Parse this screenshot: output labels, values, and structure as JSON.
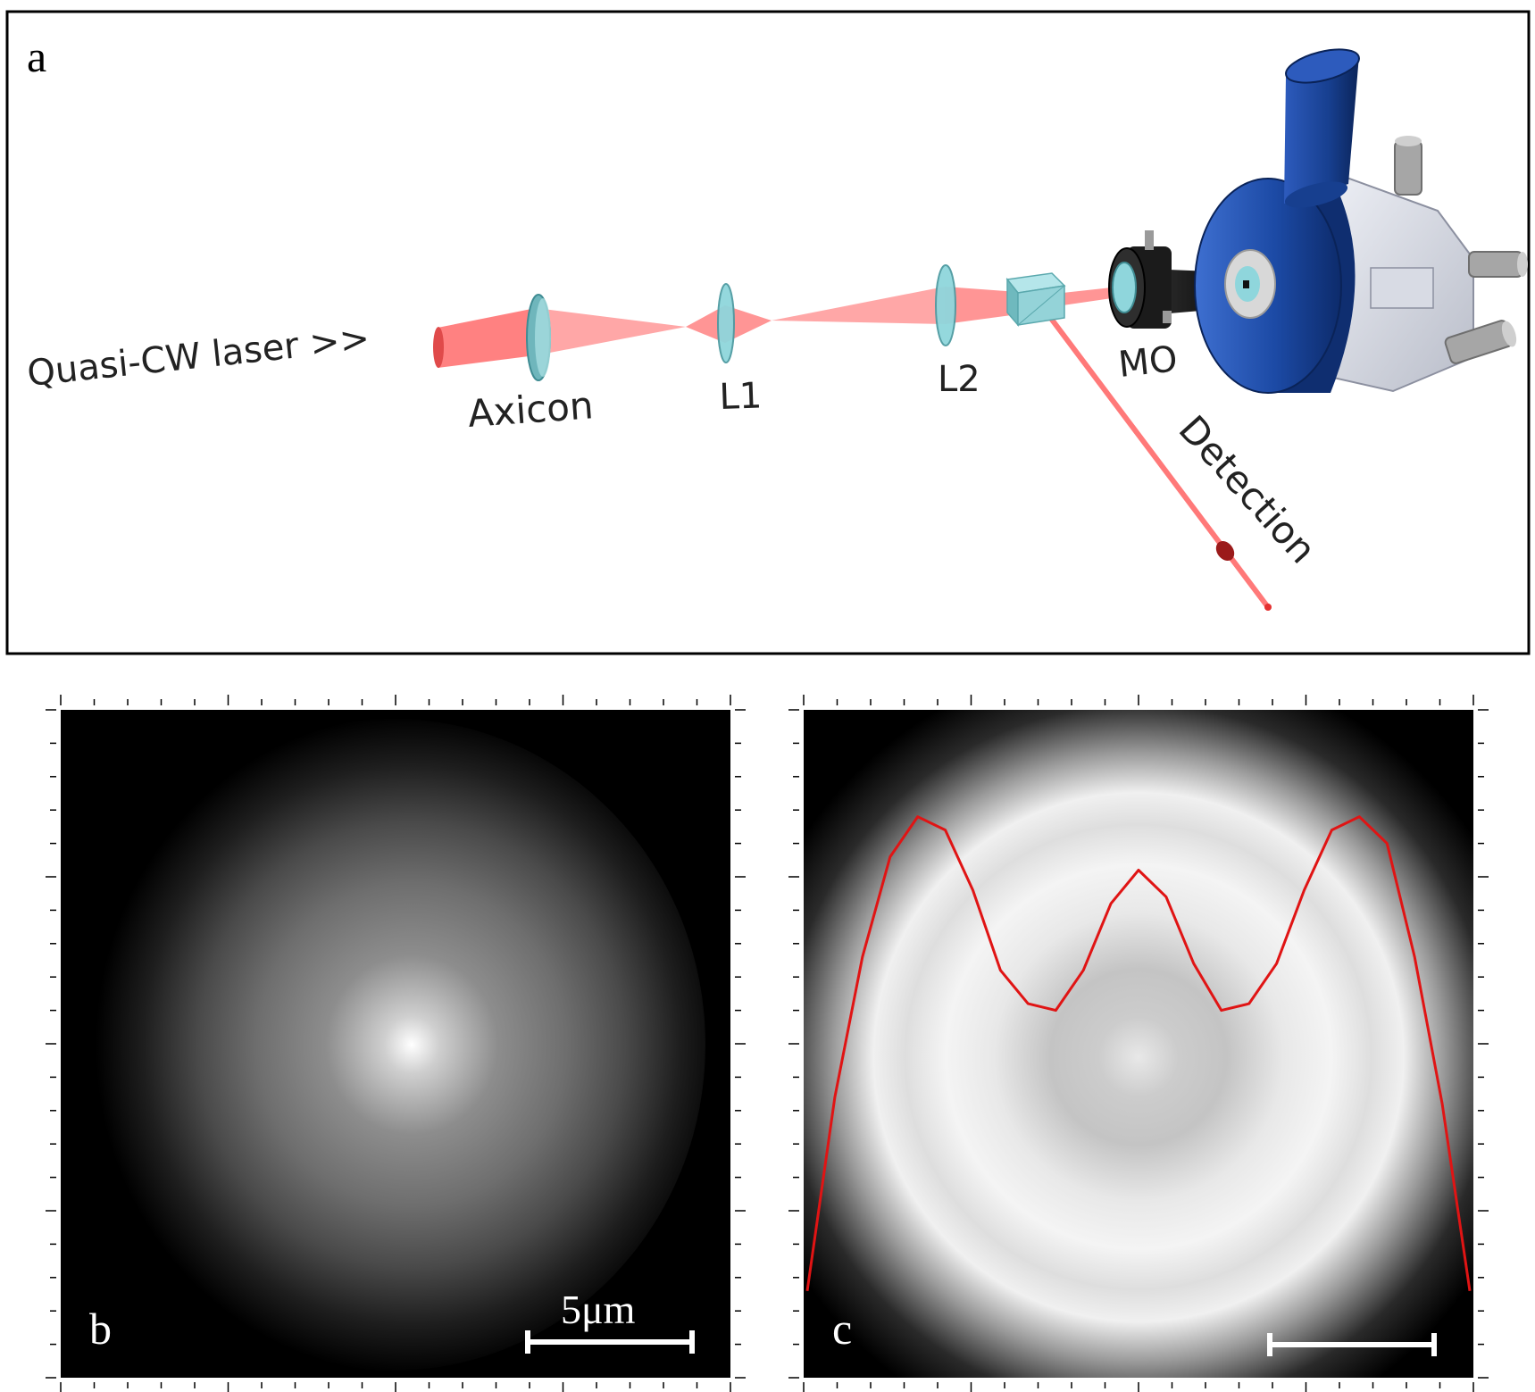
{
  "panel_a": {
    "letter": "a",
    "labels": {
      "laser": "Quasi-CW laser >>",
      "axicon": "Axicon",
      "l1": "L1",
      "l2": "L2",
      "mo": "MO",
      "detection": "Detection"
    }
  },
  "panel_b": {
    "letter": "b",
    "scalebar_label": "5μm"
  },
  "panel_c": {
    "letter": "c"
  },
  "colors": {
    "beam": "#ff6b6b",
    "optic": "#7ecfd6",
    "housing_blue": "#1e4fa8",
    "profile_line": "#e01414"
  },
  "chart_data": {
    "type": "line",
    "title": "",
    "xlabel": "",
    "ylabel": "",
    "series": [
      {
        "values": [
          0.13,
          0.42,
          0.63,
          0.78,
          0.84,
          0.82,
          0.73,
          0.61,
          0.56,
          0.55,
          0.61,
          0.71,
          0.76,
          0.72,
          0.62,
          0.55,
          0.56,
          0.62,
          0.73,
          0.82,
          0.84,
          0.8,
          0.63,
          0.41,
          0.13
        ]
      }
    ]
  }
}
